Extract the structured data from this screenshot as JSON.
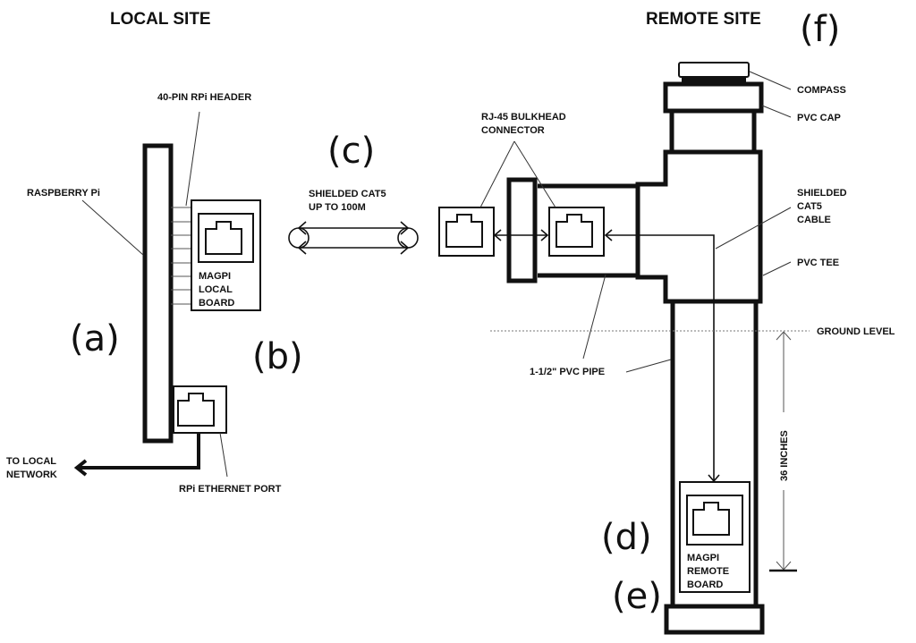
{
  "titles": {
    "local": "LOCAL SITE",
    "remote": "REMOTE SITE"
  },
  "section_letters": {
    "a": "(a)",
    "b": "(b)",
    "c": "(c)",
    "d": "(d)",
    "e": "(e)",
    "f": "(f)"
  },
  "labels": {
    "header": "40-PIN RPi HEADER",
    "raspberry_pi": "RASPBERRY Pi",
    "local_board": [
      "MAGPI",
      "LOCAL",
      "BOARD"
    ],
    "ethernet_port": "RPi ETHERNET PORT",
    "to_network": [
      "TO LOCAL",
      "NETWORK"
    ],
    "cable": [
      "SHIELDED CAT5",
      "UP TO 100M"
    ],
    "bulkhead": [
      "RJ-45 BULKHEAD",
      "CONNECTOR"
    ],
    "compass": "COMPASS",
    "pvc_cap": "PVC CAP",
    "shielded_cable": [
      "SHIELDED",
      "CAT5",
      "CABLE"
    ],
    "pvc_tee": "PVC TEE",
    "ground_level": "GROUND LEVEL",
    "pvc_pipe": "1-1/2\" PVC PIPE",
    "depth": "36 INCHES",
    "remote_board": [
      "MAGPI",
      "REMOTE",
      "BOARD"
    ]
  }
}
